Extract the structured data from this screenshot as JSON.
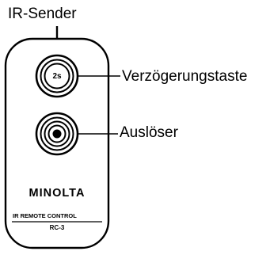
{
  "callouts": {
    "ir_sender": "IR-Sender",
    "delay_button": "Verzögerungstaste",
    "shutter_release": "Auslöser"
  },
  "remote": {
    "delay_button_text": "2s",
    "brand": "MINOLTA",
    "ir_remote_control": "IR  REMOTE  CONTROL",
    "model": "RC-3"
  },
  "colors": {
    "ink": "#000000",
    "background": "#ffffff"
  }
}
